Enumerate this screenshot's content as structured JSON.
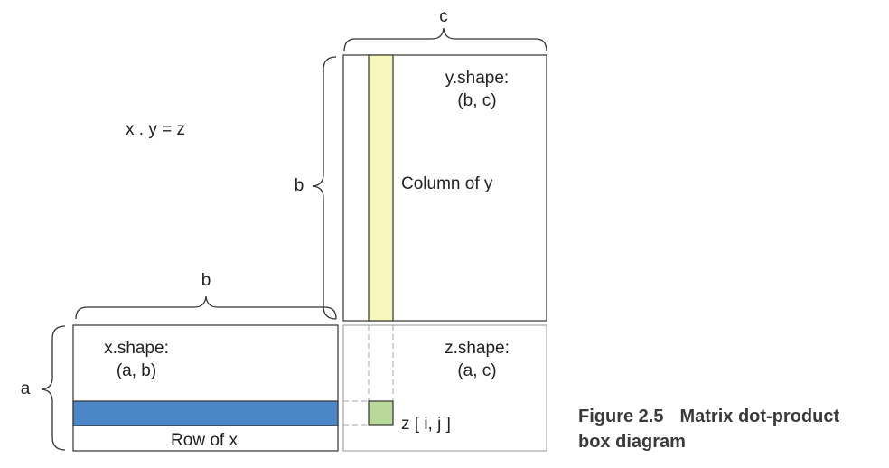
{
  "equation": "x . y = z",
  "colors": {
    "row_fill": "#4a86c8",
    "column_fill": "#f7f6bb",
    "cell_fill": "#b9d99a",
    "y_border": "#333333",
    "z_border": "#a6a6a6"
  },
  "y_matrix": {
    "shape_label": "y.shape:",
    "shape_value": "(b, c)",
    "column_label": "Column of y"
  },
  "x_matrix": {
    "shape_label": "x.shape:",
    "shape_value": "(a, b)",
    "row_label": "Row of x"
  },
  "z_matrix": {
    "shape_label": "z.shape:",
    "shape_value": "(a, c)",
    "cell_label": "z [ i,  j ]"
  },
  "dimensions": {
    "top_brace": "c",
    "y_left_brace": "b",
    "x_top_brace": "b",
    "x_left_brace": "a"
  },
  "caption": {
    "figure_number": "Figure 2.5",
    "title_line1": "Matrix dot-product",
    "title_line2": "box diagram"
  }
}
